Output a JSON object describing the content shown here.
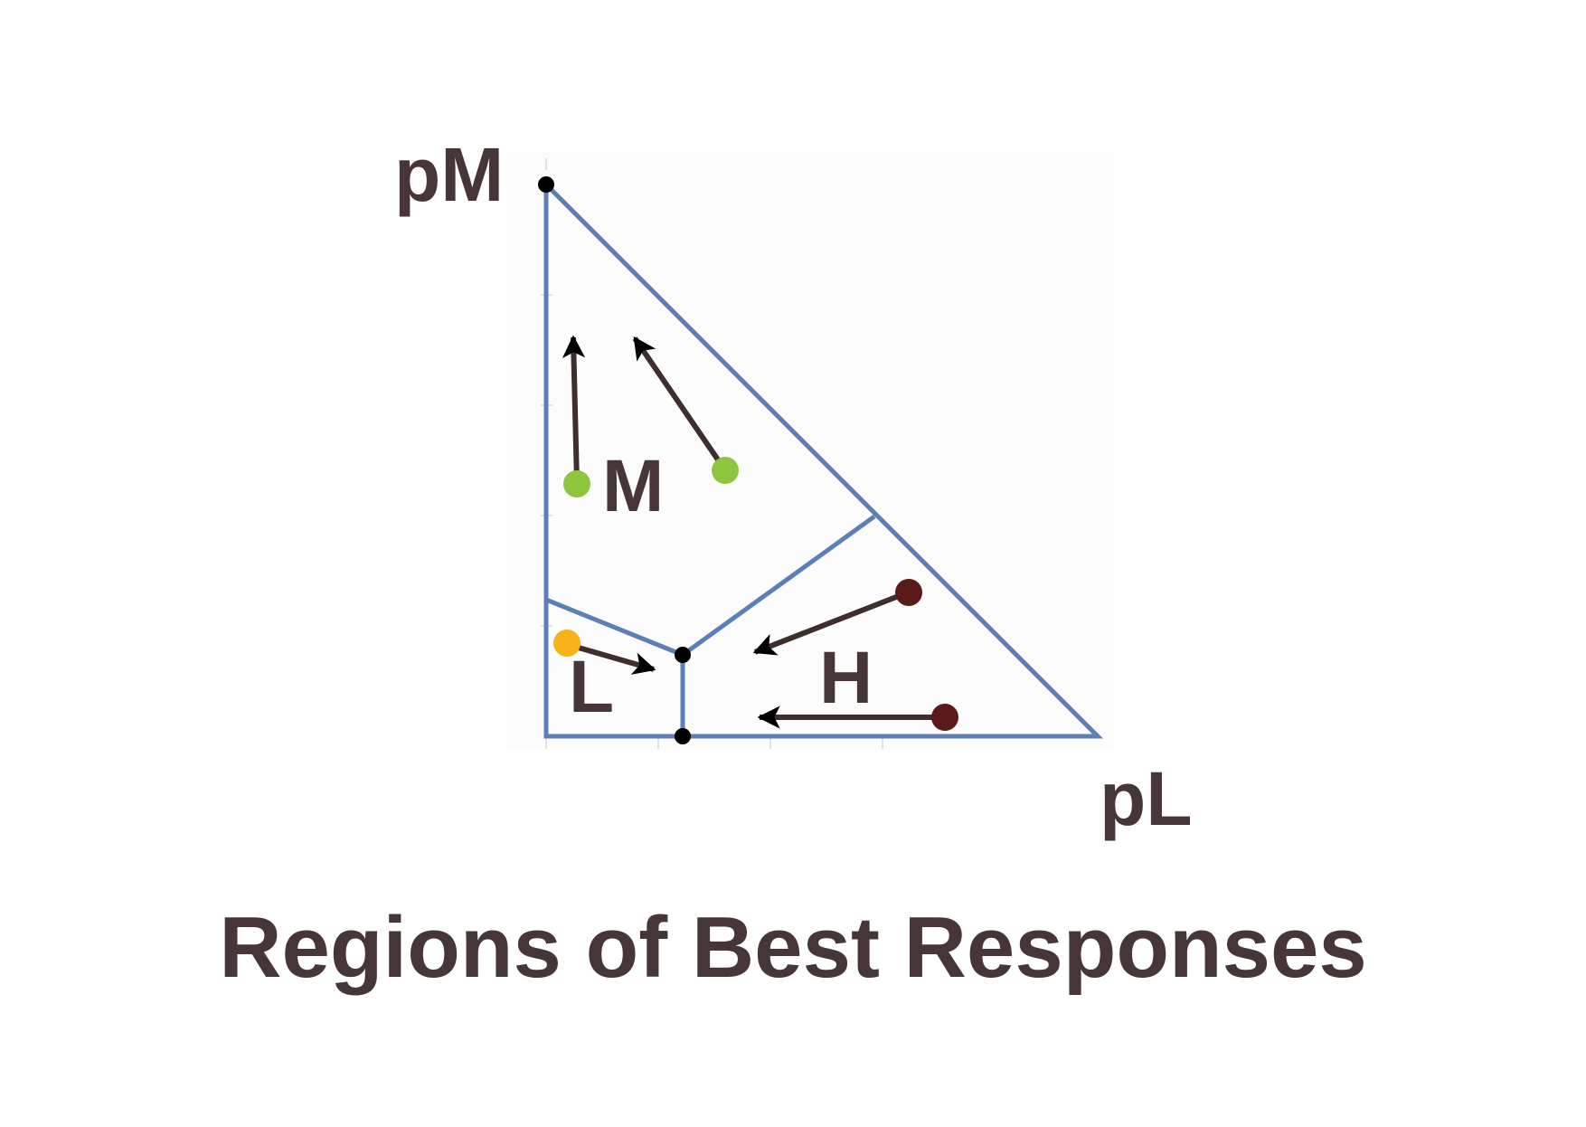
{
  "axes": {
    "y_label": "pM",
    "x_label": "pL"
  },
  "regions": {
    "M": "M",
    "L": "L",
    "H": "H"
  },
  "title": "Regions of Best Responses",
  "colors": {
    "boundary": "#5b7fb6",
    "text": "#473638",
    "arrow_shaft": "#3e2e2e",
    "arrow_head": "#000000",
    "vertex": "#000000",
    "point_M": "#8cc63f",
    "point_L": "#f7b318",
    "point_H": "#5a1a1a",
    "panel_bg": "#fcfcfc"
  }
}
